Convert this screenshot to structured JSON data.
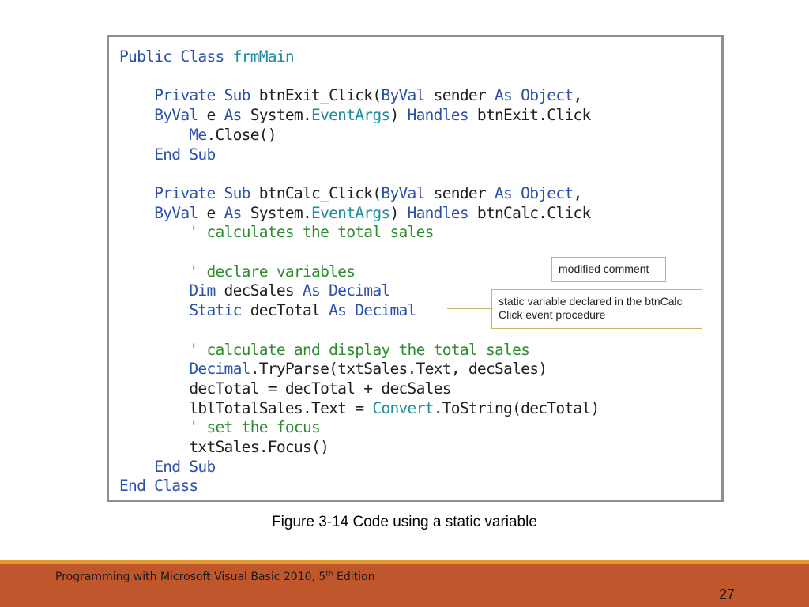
{
  "code_lines": [
    [
      {
        "t": "kw",
        "v": "Public Class "
      },
      {
        "t": "ty",
        "v": "frmMain"
      }
    ],
    [],
    [
      {
        "t": "tx",
        "v": "    "
      },
      {
        "t": "kw",
        "v": "Private Sub "
      },
      {
        "t": "tx",
        "v": "btnExit_Click("
      },
      {
        "t": "kw",
        "v": "ByVal"
      },
      {
        "t": "tx",
        "v": " sender "
      },
      {
        "t": "kw",
        "v": "As Object"
      },
      {
        "t": "tx",
        "v": ","
      }
    ],
    [
      {
        "t": "tx",
        "v": "    "
      },
      {
        "t": "kw",
        "v": "ByVal"
      },
      {
        "t": "tx",
        "v": " e "
      },
      {
        "t": "kw",
        "v": "As"
      },
      {
        "t": "tx",
        "v": " System."
      },
      {
        "t": "ty",
        "v": "EventArgs"
      },
      {
        "t": "tx",
        "v": ") "
      },
      {
        "t": "kw",
        "v": "Handles"
      },
      {
        "t": "tx",
        "v": " btnExit.Click"
      }
    ],
    [
      {
        "t": "tx",
        "v": "        "
      },
      {
        "t": "kw",
        "v": "Me"
      },
      {
        "t": "tx",
        "v": ".Close()"
      }
    ],
    [
      {
        "t": "tx",
        "v": "    "
      },
      {
        "t": "kw",
        "v": "End Sub"
      }
    ],
    [],
    [
      {
        "t": "tx",
        "v": "    "
      },
      {
        "t": "kw",
        "v": "Private Sub "
      },
      {
        "t": "tx",
        "v": "btnCalc_Click("
      },
      {
        "t": "kw",
        "v": "ByVal"
      },
      {
        "t": "tx",
        "v": " sender "
      },
      {
        "t": "kw",
        "v": "As Object"
      },
      {
        "t": "tx",
        "v": ","
      }
    ],
    [
      {
        "t": "tx",
        "v": "    "
      },
      {
        "t": "kw",
        "v": "ByVal"
      },
      {
        "t": "tx",
        "v": " e "
      },
      {
        "t": "kw",
        "v": "As"
      },
      {
        "t": "tx",
        "v": " System."
      },
      {
        "t": "ty",
        "v": "EventArgs"
      },
      {
        "t": "tx",
        "v": ") "
      },
      {
        "t": "kw",
        "v": "Handles"
      },
      {
        "t": "tx",
        "v": " btnCalc.Click"
      }
    ],
    [
      {
        "t": "tx",
        "v": "        "
      },
      {
        "t": "cm",
        "v": "' calculates the total sales"
      }
    ],
    [],
    [
      {
        "t": "tx",
        "v": "        "
      },
      {
        "t": "cm",
        "v": "' declare variables"
      }
    ],
    [
      {
        "t": "tx",
        "v": "        "
      },
      {
        "t": "kw",
        "v": "Dim"
      },
      {
        "t": "tx",
        "v": " decSales "
      },
      {
        "t": "kw",
        "v": "As Decimal"
      }
    ],
    [
      {
        "t": "tx",
        "v": "        "
      },
      {
        "t": "kw",
        "v": "Static"
      },
      {
        "t": "tx",
        "v": " decTotal "
      },
      {
        "t": "kw",
        "v": "As Decimal"
      }
    ],
    [],
    [
      {
        "t": "tx",
        "v": "        "
      },
      {
        "t": "cm",
        "v": "' calculate and display the total sales"
      }
    ],
    [
      {
        "t": "tx",
        "v": "        "
      },
      {
        "t": "kw",
        "v": "Decimal"
      },
      {
        "t": "tx",
        "v": ".TryParse(txtSales.Text, decSales)"
      }
    ],
    [
      {
        "t": "tx",
        "v": "        decTotal = decTotal + decSales"
      }
    ],
    [
      {
        "t": "tx",
        "v": "        lblTotalSales.Text = "
      },
      {
        "t": "ty",
        "v": "Convert"
      },
      {
        "t": "tx",
        "v": ".ToString(decTotal)"
      }
    ],
    [
      {
        "t": "tx",
        "v": "        "
      },
      {
        "t": "cm",
        "v": "' set the focus"
      }
    ],
    [
      {
        "t": "tx",
        "v": "        txtSales.Focus()"
      }
    ],
    [
      {
        "t": "tx",
        "v": "    "
      },
      {
        "t": "kw",
        "v": "End Sub"
      }
    ],
    [
      {
        "t": "kw",
        "v": "End Class"
      }
    ]
  ],
  "callouts": {
    "modified_comment": "modified comment",
    "static_variable_line1": "static variable declared in the btnCalc",
    "static_variable_line2": "Click event procedure"
  },
  "caption": "Figure 3-14 Code using a static variable",
  "footer": {
    "title_main": "Programming with Microsoft Visual Basic 2010, 5",
    "title_sup": "th",
    "title_end": " Edition",
    "page_number": "27"
  }
}
